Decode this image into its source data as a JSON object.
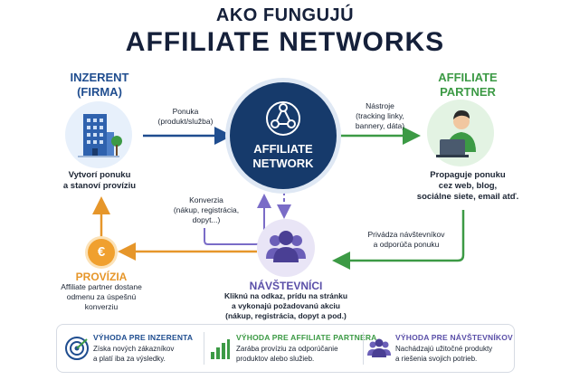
{
  "title_line1": "AKO FUNGUJÚ",
  "title_line2": "AFFILIATE NETWORKS",
  "advertiser": {
    "title_line1": "INZERENT",
    "title_line2": "(FIRMA)",
    "desc_line1": "Vytvorí ponuku",
    "desc_line2": "a stanoví províziu",
    "icon": "office-building-icon"
  },
  "network": {
    "label_line1": "AFFILIATE",
    "label_line2": "NETWORK",
    "icon": "network-nodes-icon"
  },
  "partner": {
    "title_line1": "AFFILIATE",
    "title_line2": "PARTNER",
    "desc_line1": "Propaguje ponuku",
    "desc_line2": "cez web, blog,",
    "desc_line3": "sociálne siete, email atď.",
    "icon": "person-laptop-icon"
  },
  "visitors": {
    "title": "NÁVŠTEVNÍCI",
    "desc_line1": "Kliknú na odkaz, prídu na stránku",
    "desc_line2": "a vykonajú požadovanú akciu",
    "desc_line3": "(nákup, registrácia, dopyt a pod.)",
    "icon": "people-group-icon"
  },
  "commission": {
    "title": "PROVÍZIA",
    "desc_line1": "Affiliate partner dostane",
    "desc_line2": "odmenu za úspešnú",
    "desc_line3": "konverziu",
    "icon": "euro-coin-icon"
  },
  "flows": {
    "offer_line1": "Ponuka",
    "offer_line2": "(produkt/služba)",
    "tools_line1": "Nástroje",
    "tools_line2": "(tracking linky,",
    "tools_line3": "bannery, dáta)",
    "conversion_line1": "Konverzia",
    "conversion_line2": "(nákup, registrácia,",
    "conversion_line3": "dopyt...)",
    "traffic_line1": "Privádza návštevníkov",
    "traffic_line2": "a odporúča ponuku"
  },
  "benefits": [
    {
      "title": "VÝHODA PRE INZERENTA",
      "line1": "Získa nových zákazníkov",
      "line2": "a platí iba za výsledky.",
      "icon": "target-icon",
      "color": "#1f4d8f"
    },
    {
      "title": "VÝHODA PRE AFFILIATE PARTNERA",
      "line1": "Zarába províziu za odporúčanie",
      "line2": "produktov alebo služieb.",
      "icon": "bar-chart-icon",
      "color": "#3c9a45"
    },
    {
      "title": "VÝHODA PRE NÁVŠTEVNÍKOV",
      "line1": "Nachádzajú užitočné produkty",
      "line2": "a riešenia svojich potrieb.",
      "icon": "people-icon",
      "color": "#5a4fa8"
    }
  ],
  "colors": {
    "navy": "#15203a",
    "blue": "#1f4d8f",
    "green": "#3c9a45",
    "orange": "#e6962a",
    "purple": "#5a4fa8"
  }
}
